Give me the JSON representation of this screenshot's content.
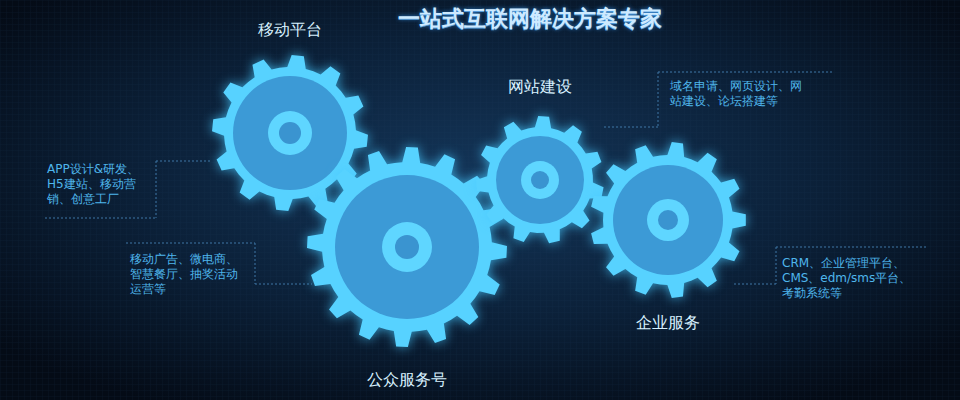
{
  "diagram": {
    "title": "一站式互联网解决方案专家",
    "nodes": [
      {
        "text": [
          "移动平台"
        ]
      },
      {
        "text": [
          "公众服务号"
        ]
      },
      {
        "text": [
          "网站建设"
        ]
      },
      {
        "text": [
          "企业服务"
        ]
      }
    ],
    "labels": [
      "APP设计&研发、H5建站、移动营销、创意工厂",
      "移动广告、微电商、智慧餐厅、抽奖活动运营等",
      "域名申请、网页设计、网站建设、论坛搭建等",
      "CRM、企业管理平台、CMS、edm/sms平台、考勤系统等"
    ]
  }
}
